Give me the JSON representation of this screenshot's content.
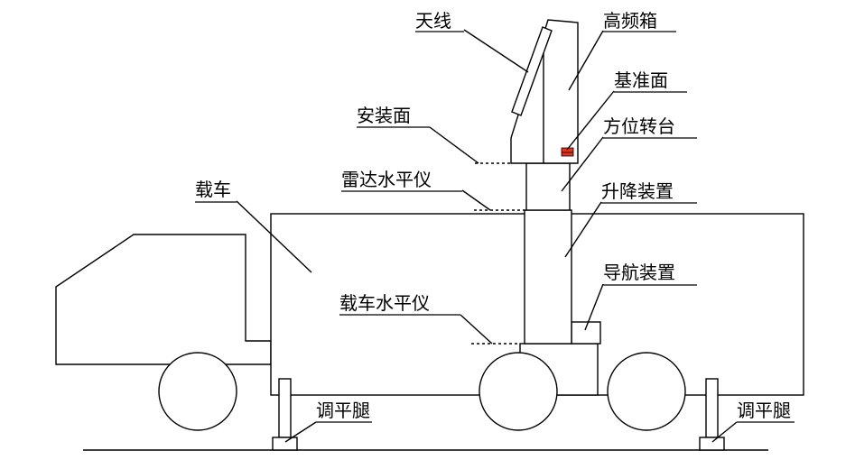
{
  "labels": {
    "antenna": "天线",
    "rf_box": "高频箱",
    "reference_surface": "基准面",
    "mount_surface": "安装面",
    "azimuth_turntable": "方位转台",
    "radar_level": "雷达水平仪",
    "carrier_vehicle": "载车",
    "lift_device": "升降装置",
    "navigation_device": "导航装置",
    "vehicle_level": "载车水平仪",
    "leveling_leg_left": "调平腿",
    "leveling_leg_right": "调平腿"
  },
  "colors": {
    "line": "#000000",
    "reference_marker": "#e8321e",
    "background": "#ffffff"
  }
}
